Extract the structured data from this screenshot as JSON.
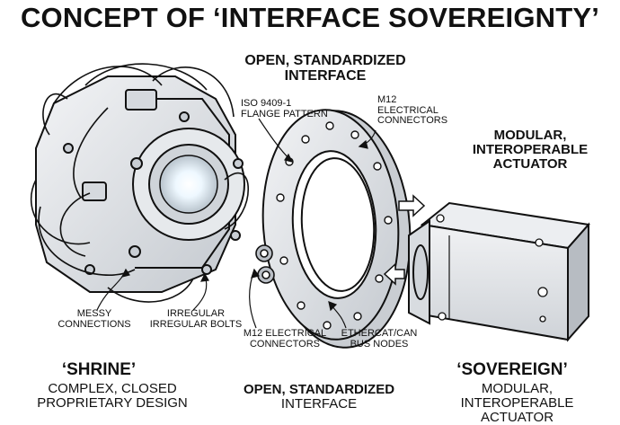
{
  "title": "CONCEPT OF ‘INTERFACE SOVEREIGNTY’",
  "interface": {
    "heading": "OPEN, STANDARDIZED\nINTERFACE",
    "iso_label": "ISO 9409-1\nFLANGE PATTERN",
    "m12_top_label": "M12\nELECTRICAL\nCONNECTORS",
    "m12_bottom_label": "M12 ELECTRICAL\nCONNECTORS",
    "bus_label": "ETHERCAT/CAN\nBUS NODES",
    "caption_title": "OPEN, STANDARDIZED",
    "caption_sub": "INTERFACE"
  },
  "shrine": {
    "messy_label": "MESSY\nCONNECTIONS",
    "bolts_label": "IRREGULAR\nIRREGULAR BOLTS",
    "caption_title": "‘SHRINE’",
    "caption_sub": "COMPLEX, CLOSED\nPROPRIETARY DESIGN"
  },
  "actuator": {
    "heading": "MODULAR,\nINTEROPERABLE\nACTUATOR",
    "caption_title": "‘SOVEREIGN’",
    "caption_sub": "MODULAR, INTEROPERABLE\nACTUATOR"
  },
  "colors": {
    "ink": "#111111",
    "glow": "#eaf6ff",
    "metal": "#dfe2e6",
    "metal_dark": "#b9bec5"
  }
}
